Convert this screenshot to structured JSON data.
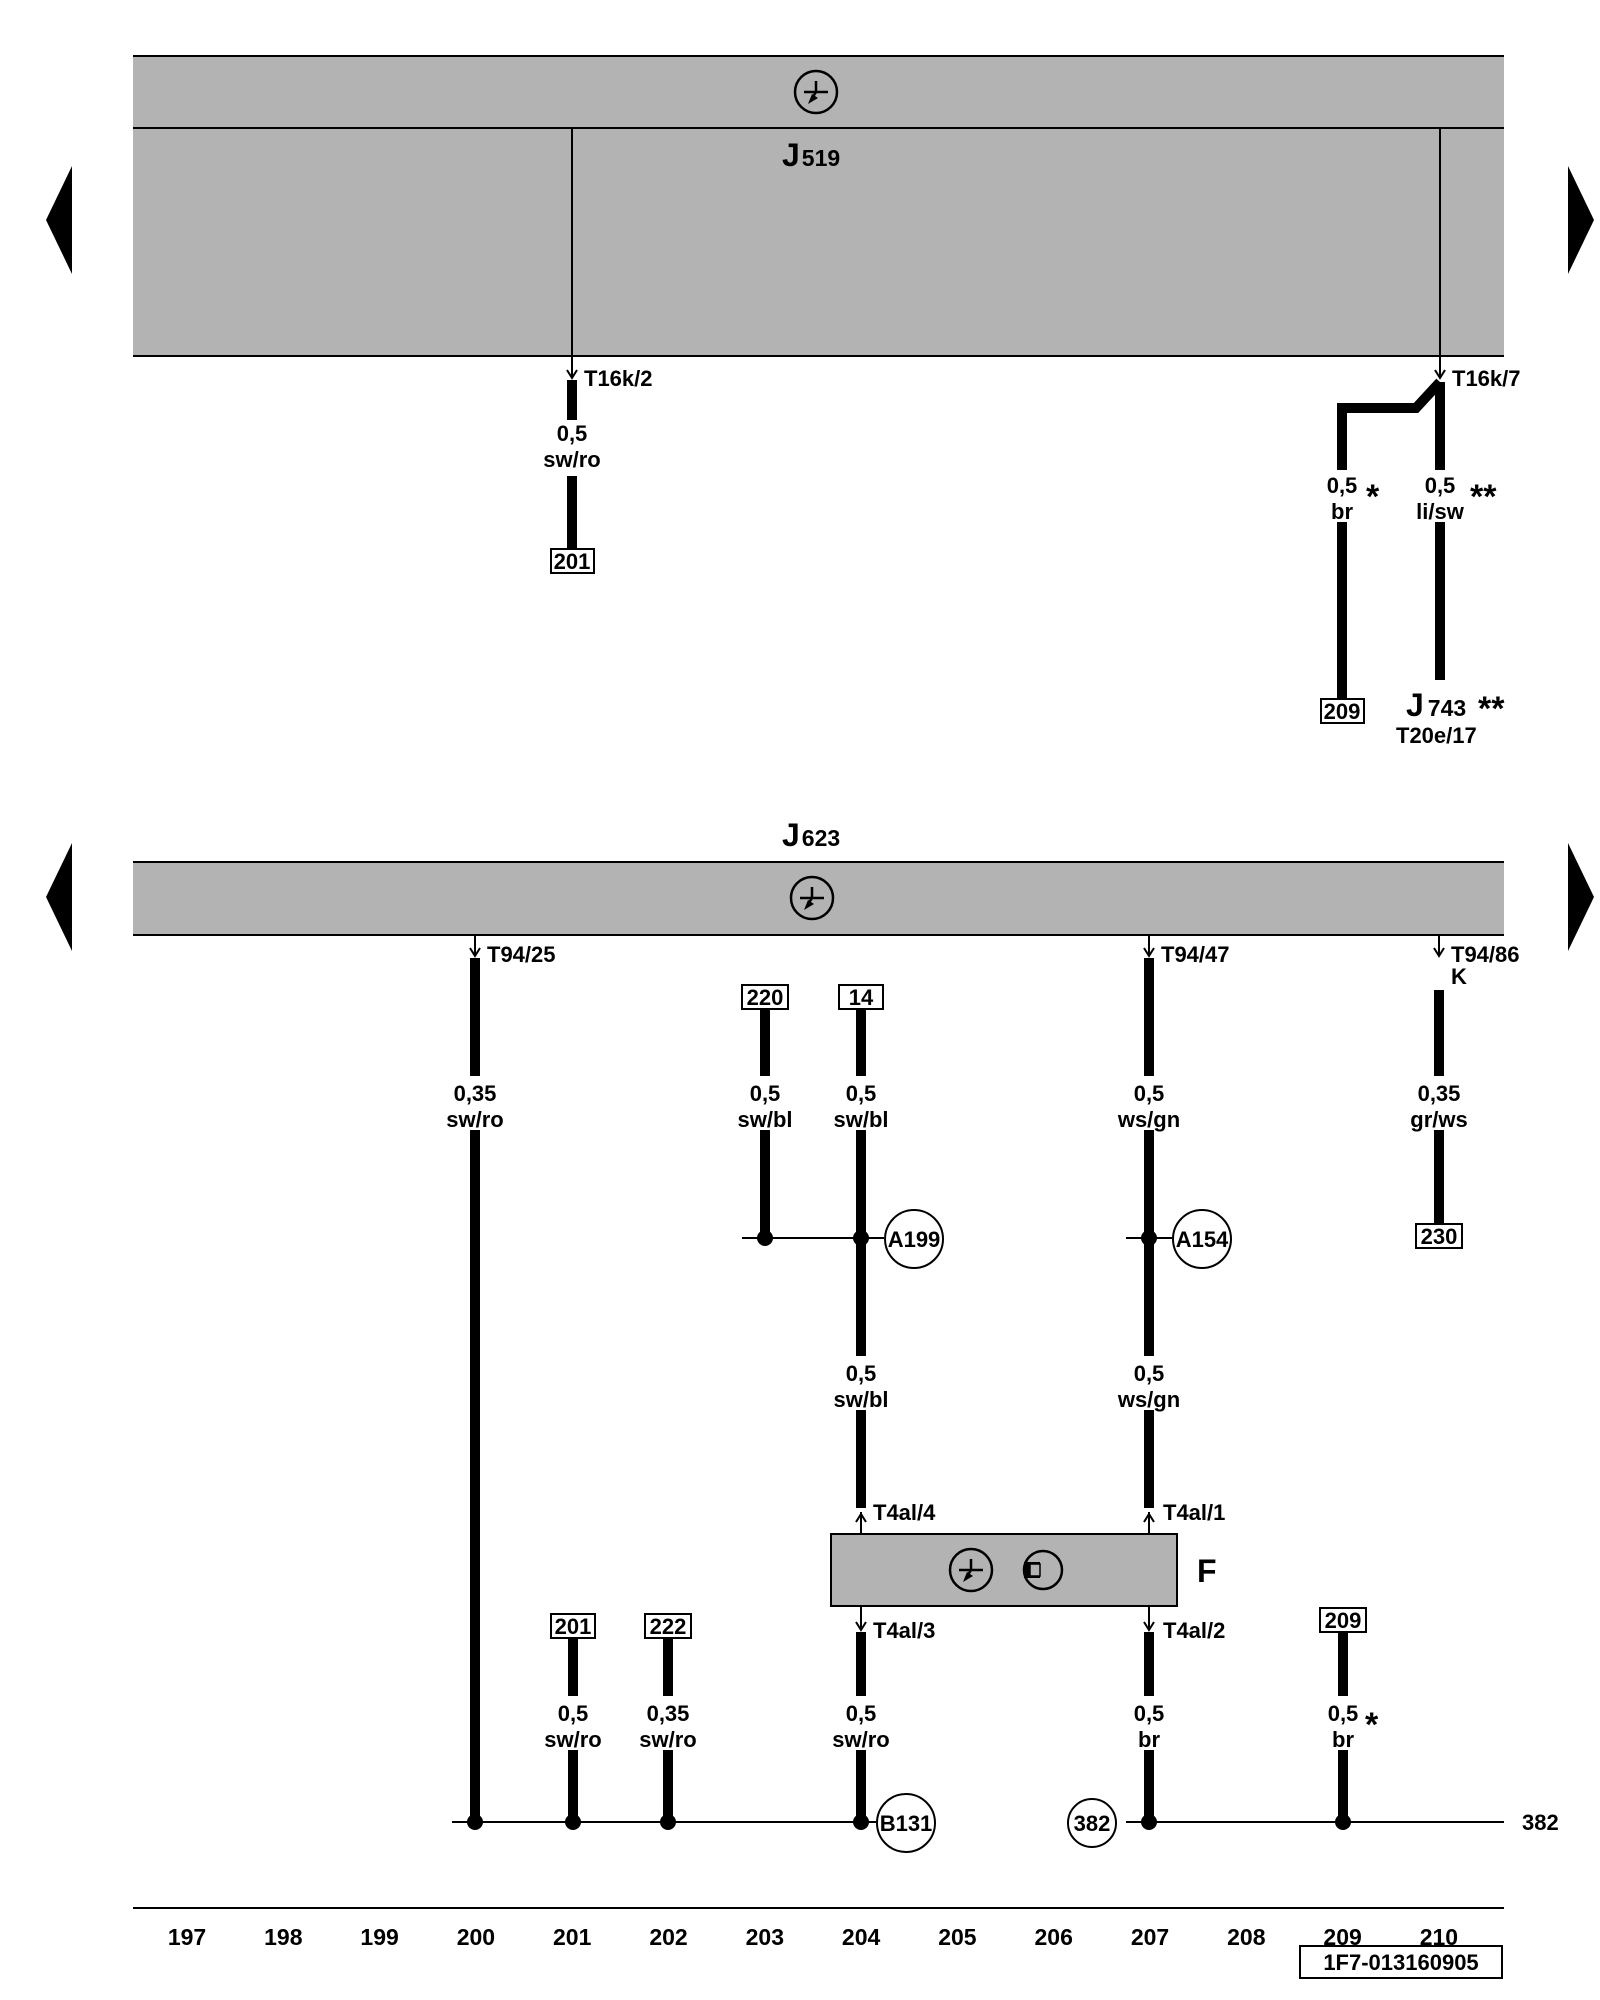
{
  "components": {
    "j519": {
      "letter": "J",
      "number": "519"
    },
    "j623": {
      "letter": "J",
      "number": "623"
    },
    "j743": {
      "letter": "J",
      "number": "743",
      "star": "**",
      "pin": "T20e/17"
    },
    "f": {
      "label": "F"
    }
  },
  "pins": {
    "t16k2": "T16k/2",
    "t16k7": "T16k/7",
    "t94_25": "T94/25",
    "t94_47": "T94/47",
    "t94_86": "T94/86",
    "t94_86_k": "K",
    "t4al4": "T4al/4",
    "t4al1": "T4al/1",
    "t4al3": "T4al/3",
    "t4al2": "T4al/2"
  },
  "wires": {
    "w1": {
      "size": "0,5",
      "color": "sw/ro"
    },
    "w2": {
      "size": "0,5",
      "color": "br",
      "star": "*"
    },
    "w3": {
      "size": "0,5",
      "color": "li/sw",
      "star": "**"
    },
    "w4": {
      "size": "0,35",
      "color": "sw/ro"
    },
    "w5": {
      "size": "0,5",
      "color": "sw/bl"
    },
    "w6": {
      "size": "0,5",
      "color": "sw/bl"
    },
    "w7": {
      "size": "0,5",
      "color": "ws/gn"
    },
    "w8": {
      "size": "0,35",
      "color": "gr/ws"
    },
    "w9": {
      "size": "0,5",
      "color": "sw/bl"
    },
    "w10": {
      "size": "0,5",
      "color": "ws/gn"
    },
    "w11": {
      "size": "0,5",
      "color": "sw/ro"
    },
    "w12": {
      "size": "0,35",
      "color": "sw/ro"
    },
    "w13": {
      "size": "0,5",
      "color": "sw/ro"
    },
    "w14": {
      "size": "0,5",
      "color": "br"
    },
    "w15": {
      "size": "0,5",
      "color": "br",
      "star": "*"
    }
  },
  "refs": {
    "r201a": "201",
    "r209a": "209",
    "r220": "220",
    "r14": "14",
    "r230": "230",
    "r201b": "201",
    "r222": "222",
    "r209b": "209"
  },
  "connectors": {
    "a199": "A199",
    "a154": "A154",
    "b131": "B131",
    "c382": "382",
    "line382": "382"
  },
  "columns": [
    "197",
    "198",
    "199",
    "200",
    "201",
    "202",
    "203",
    "204",
    "205",
    "206",
    "207",
    "208",
    "209",
    "210"
  ],
  "doc_code": "1F7-013160905",
  "colors": {
    "module_fill": "#b3b3b3",
    "line": "#000000",
    "background": "#ffffff"
  },
  "icons": [
    "page-prev-arrow-icon",
    "page-next-arrow-icon",
    "can-bus-icon",
    "sensor-icon"
  ]
}
